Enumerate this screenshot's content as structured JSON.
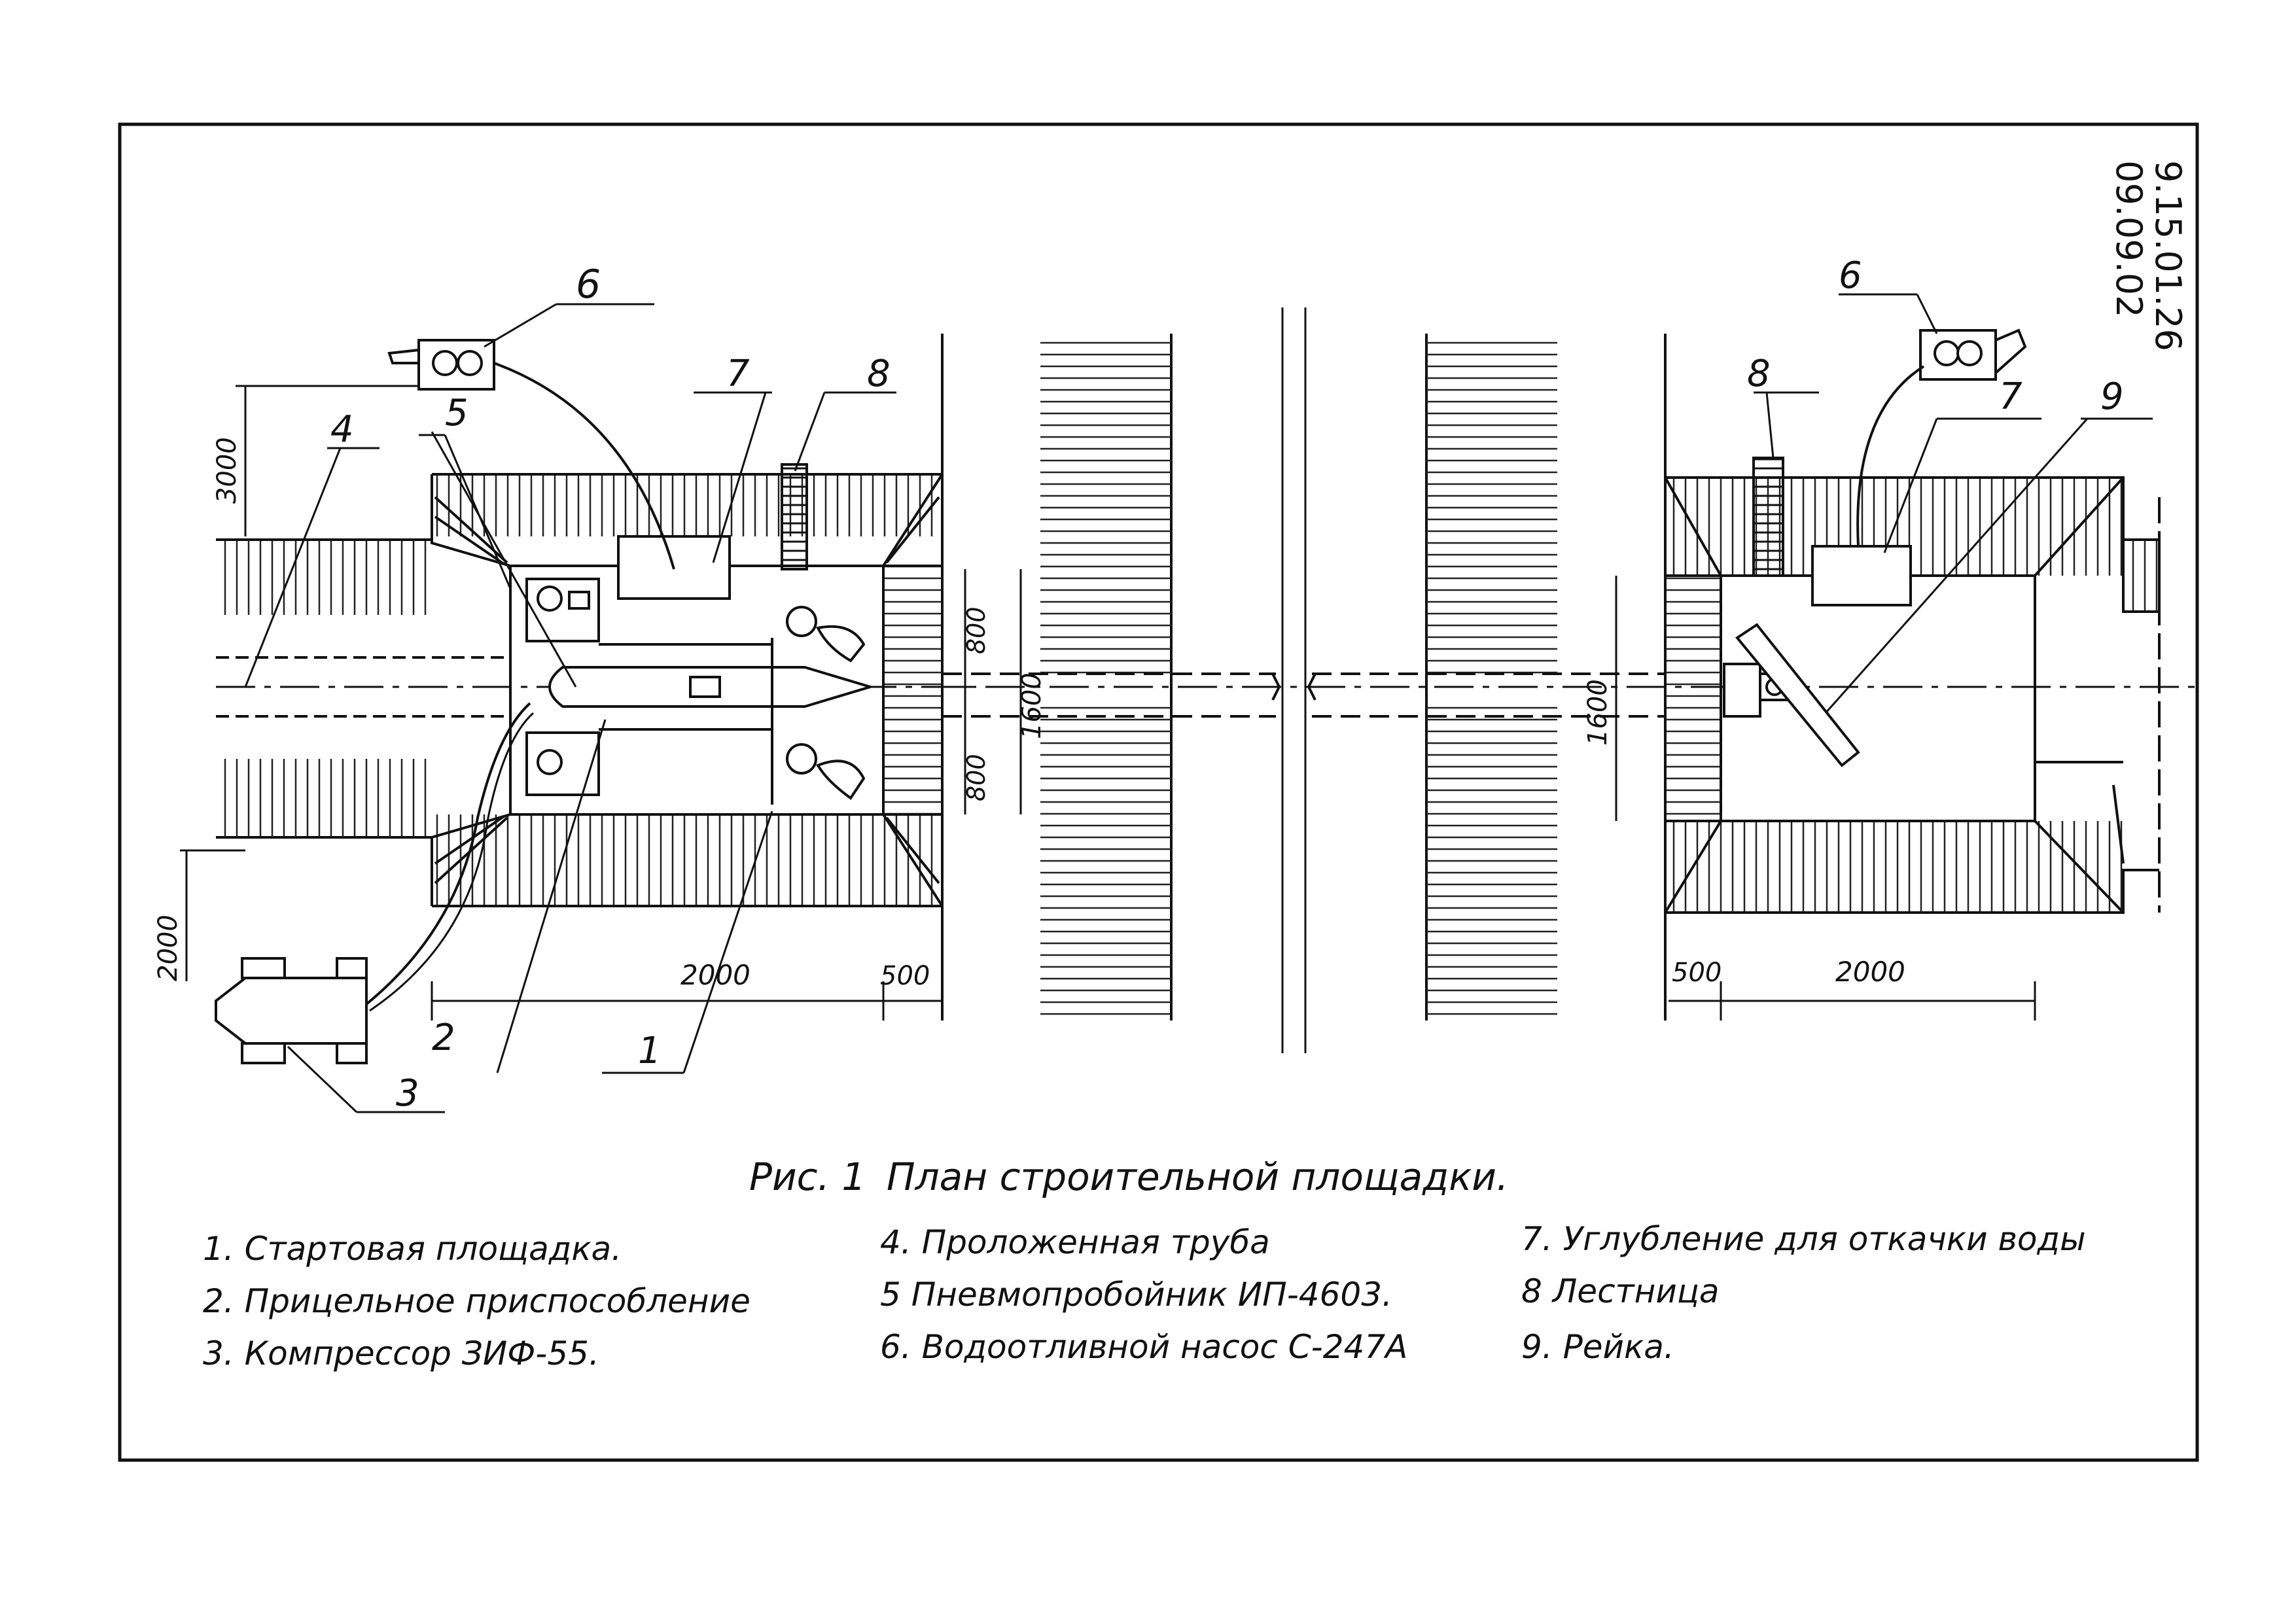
{
  "doc_number": {
    "line1": "9.15.01.26",
    "line2": "09.09.02"
  },
  "callouts": {
    "n1": "1",
    "n2": "2",
    "n3": "3",
    "n4": "4",
    "n5": "5",
    "n6_left": "6",
    "n6_right": "6",
    "n7_left": "7",
    "n7_right": "7",
    "n8_left": "8",
    "n8_right": "8",
    "n9": "9"
  },
  "dimensions": {
    "d3000": "3000",
    "d2000_left_vertical": "2000",
    "d2000_left": "2000",
    "d500_left": "500",
    "d800_top": "800",
    "d800_bottom": "800",
    "d1600_left": "1600",
    "d1600_right": "1600",
    "d500_right": "500",
    "d2000_right": "2000"
  },
  "caption": {
    "label": "Рис. 1",
    "title": "План строительной площадки."
  },
  "legend": {
    "items": [
      "1. Стартовая площадка.",
      "2. Прицельное приспособление",
      "3. Компрессор ЗИФ-55.",
      "4. Проложенная труба",
      "5 Пневмопробойник ИП-4603.",
      "6. Водоотливной насос С-247А",
      "7. Углубление для откачки воды",
      "8 Лестница",
      "9. Рейка."
    ]
  }
}
